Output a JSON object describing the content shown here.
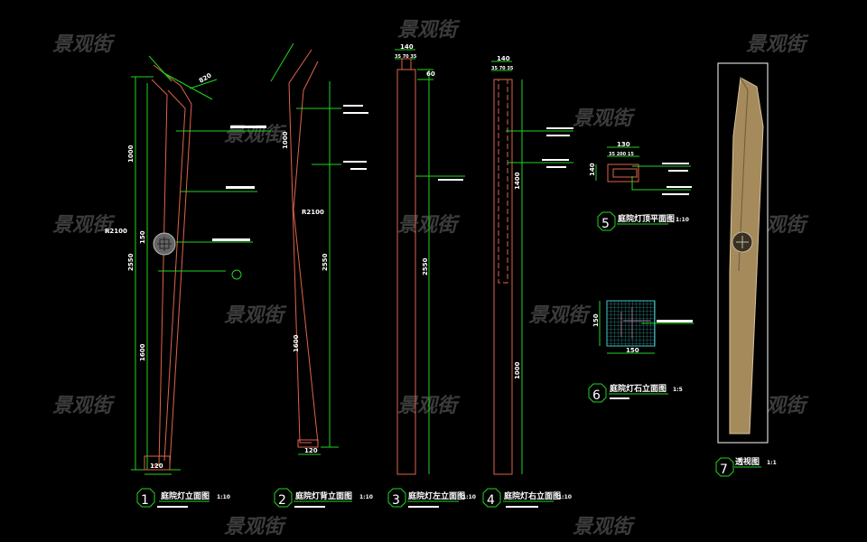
{
  "watermark": "景观街",
  "views": [
    {
      "number": "1",
      "title": "庭院灯立面图",
      "scale": "1:10"
    },
    {
      "number": "2",
      "title": "庭院灯背立面图",
      "scale": "1:10"
    },
    {
      "number": "3",
      "title": "庭院灯左立面图",
      "scale": "1:10"
    },
    {
      "number": "4",
      "title": "庭院灯右立面图",
      "scale": "1:10"
    },
    {
      "number": "5",
      "title": "庭院灯顶平面图",
      "scale": "1:10"
    },
    {
      "number": "6",
      "title": "庭院灯石立面图",
      "scale": "1:5"
    },
    {
      "number": "7",
      "title": "透视图",
      "scale": "1:1"
    }
  ],
  "dimensions": {
    "v1_upper": "1000",
    "v1_total": "2550",
    "v1_lower": "1600",
    "v1_mid": "150",
    "v1_base": "120",
    "v1_radius": "R2100",
    "v1_top": "820",
    "v2_total": "2550",
    "v2_radius": "R2100",
    "v2_base": "120",
    "v2_upper": "1000",
    "v2_lower": "1600",
    "v3_width": "140",
    "v3_parts": "35 70 35",
    "v3_cap": "60",
    "v3_total": "2550",
    "v4_width": "140",
    "v4_parts": "35 70 35",
    "v4_upper": "1400",
    "v4_lower": "1000",
    "v5_width": "130",
    "v5_parts": "35 200 15",
    "v5_depth": "140",
    "v6_width": "150",
    "v6_height": "150"
  },
  "colors": {
    "background": "#000000",
    "dimension": "#1fd51f",
    "outline": "#e0644a",
    "stone": "#44c8c8",
    "wood": "#a58a5c"
  }
}
